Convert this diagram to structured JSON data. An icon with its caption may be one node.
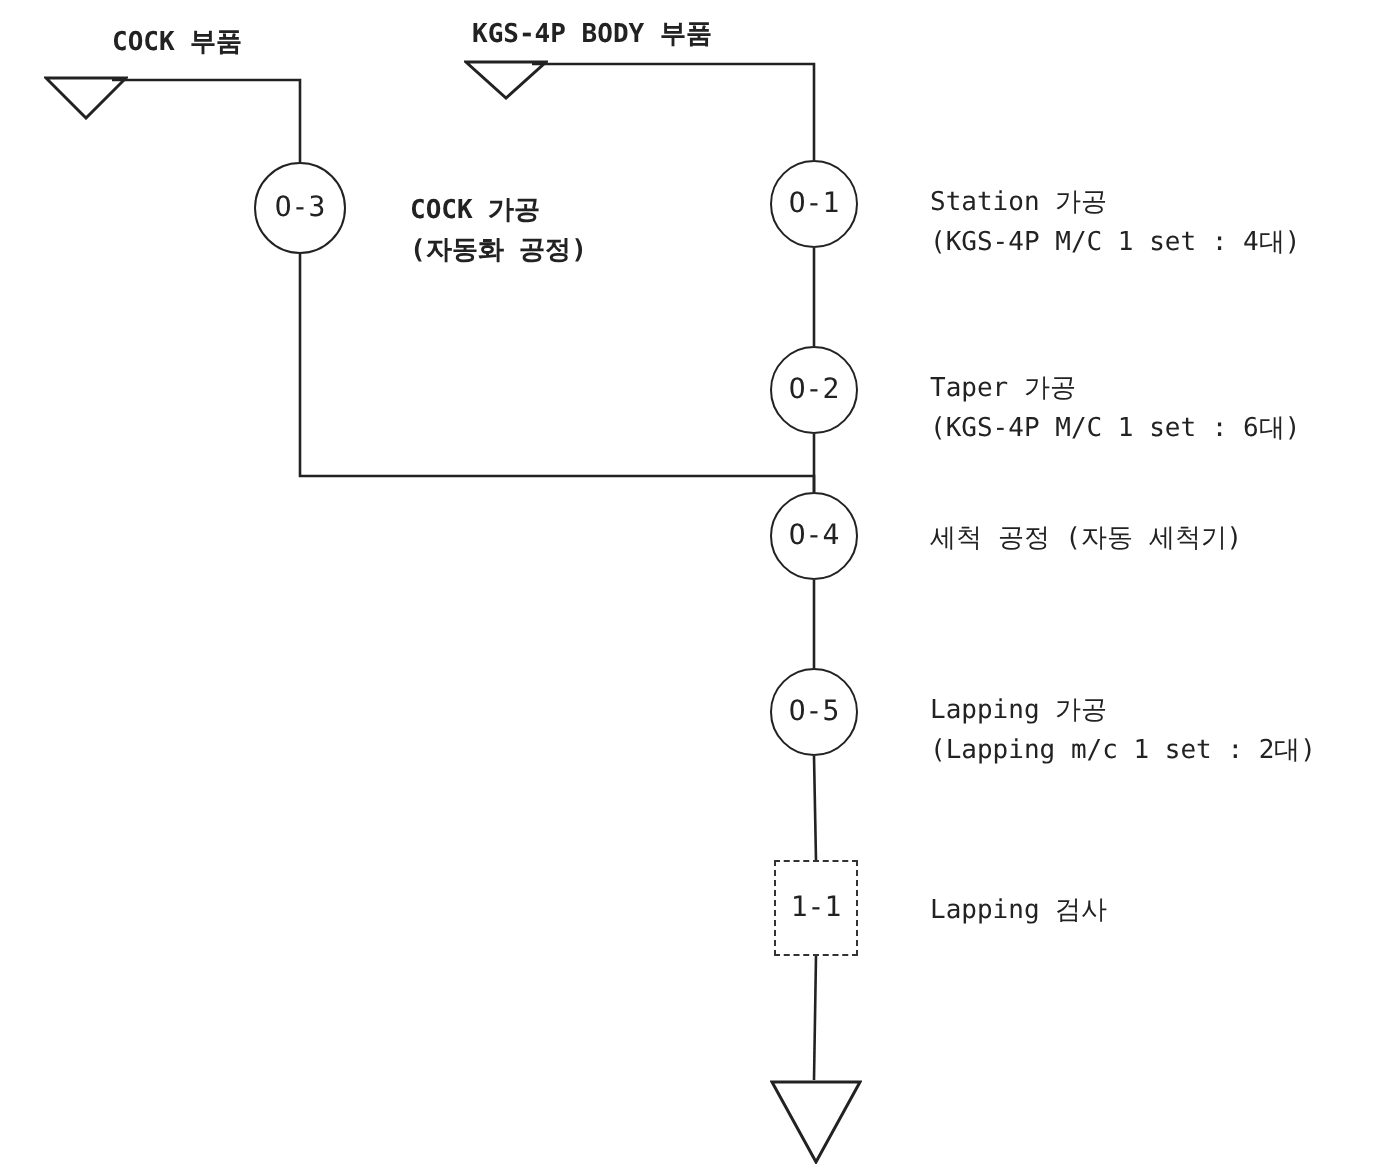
{
  "diagram": {
    "nodes": [
      {
        "text": [
          "COCK 부품"
        ]
      },
      {
        "text": [
          "KGS-4P BODY 부품"
        ]
      },
      {
        "text": [
          "O-3"
        ],
        "beside": [
          "COCK 가공",
          "(자동화 공정)"
        ]
      },
      {
        "text": [
          "O-1"
        ],
        "beside": [
          "Station 가공",
          "(KGS-4P M/C 1 set : 4대)"
        ]
      },
      {
        "text": [
          "O-2"
        ],
        "beside": [
          "Taper 가공",
          "(KGS-4P M/C 1 set : 6대)"
        ]
      },
      {
        "text": [
          "O-4"
        ],
        "beside": [
          "세척 공정 (자동 세척기)"
        ]
      },
      {
        "text": [
          "O-5"
        ],
        "beside": [
          "Lapping 가공",
          "(Lapping m/c 1 set : 2대)"
        ]
      },
      {
        "text": [
          "1-1"
        ],
        "beside": [
          "Lapping 검사"
        ]
      },
      {
        "text": [],
        "shape": "triangle"
      }
    ],
    "edges": [
      {
        "from": 0,
        "to": 2,
        "arrow": "none"
      },
      {
        "from": 1,
        "to": 3,
        "arrow": "none"
      },
      {
        "from": 3,
        "to": 4,
        "arrow": "none"
      },
      {
        "from": 4,
        "to": 5,
        "arrow": "none"
      },
      {
        "from": 2,
        "to": 5,
        "arrow": "none"
      },
      {
        "from": 5,
        "to": 6,
        "arrow": "none"
      },
      {
        "from": 6,
        "to": 7,
        "arrow": "none"
      },
      {
        "from": 7,
        "to": 8,
        "arrow": "none"
      }
    ]
  }
}
